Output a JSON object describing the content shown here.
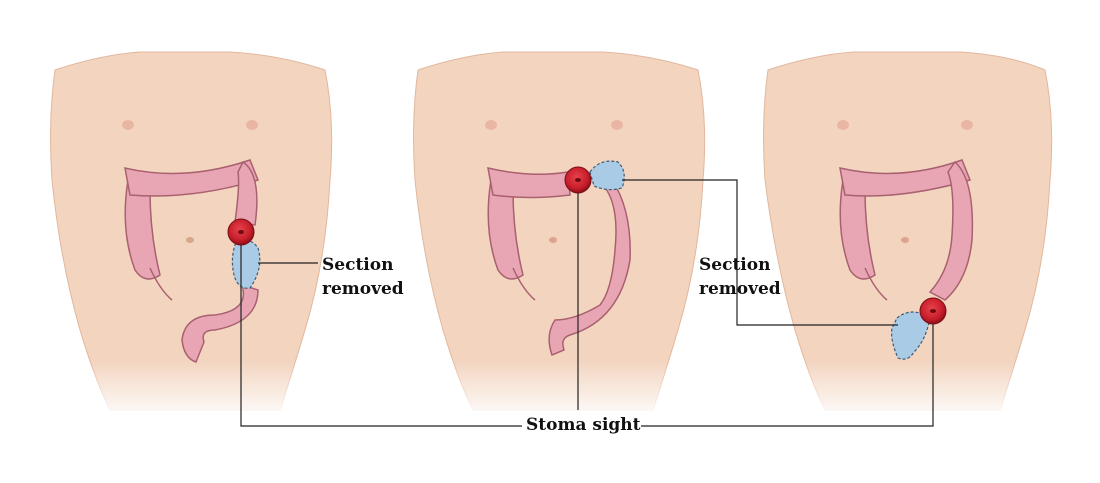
{
  "labels": {
    "section_removed_left": [
      "Section",
      "removed"
    ],
    "section_removed_middle": [
      "Section",
      "removed"
    ],
    "stoma": "Stoma sight"
  },
  "panels": [
    {
      "id": "left",
      "stoma_site": "descending colon",
      "removed_segment": "descending colon"
    },
    {
      "id": "middle",
      "stoma_site": "transverse colon",
      "removed_segment": "left transverse colon"
    },
    {
      "id": "right",
      "stoma_site": "sigmoid colon",
      "removed_segment": "sigmoid colon"
    }
  ],
  "colors": {
    "skin": "#f4d9c4",
    "skin_shadow": "#e6b9a0",
    "colon": "#e8a6b4",
    "colon_outline": "#a9606f",
    "removed_section": "#aacbe6",
    "removed_outline": "#3e5b78",
    "stoma": "#c8202c",
    "leader_line": "#222222"
  }
}
